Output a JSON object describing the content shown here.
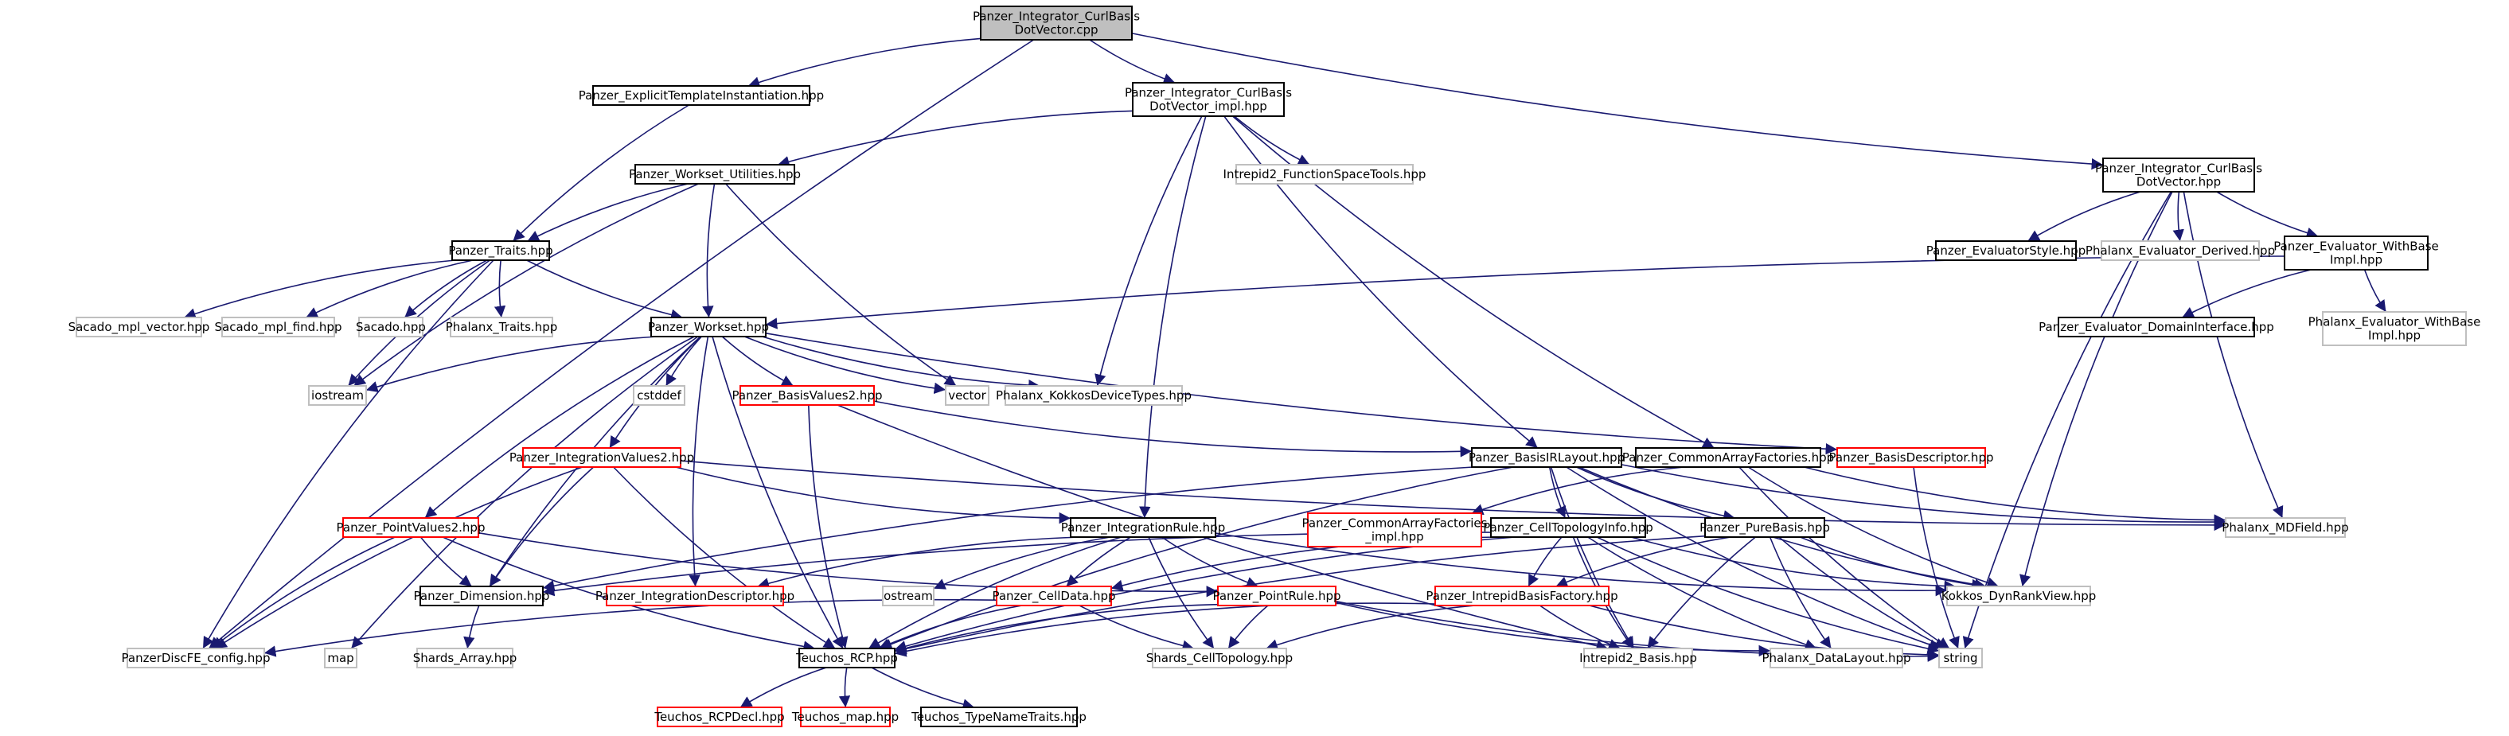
{
  "colors": {
    "edge": "#191970",
    "node_border_default": "#000000",
    "node_border_truncated": "#ff0000",
    "node_border_system": "#bfbfbf",
    "root_fill": "#bfbfbf",
    "node_fill": "#ffffff",
    "text": "#000000"
  },
  "nodes": [
    {
      "id": "root",
      "lines": [
        "Panzer_Integrator_CurlBasis",
        "DotVector.cpp"
      ],
      "kind": "root"
    },
    {
      "id": "eti",
      "lines": [
        "Panzer_ExplicitTemplateInstantiation.hpp"
      ],
      "kind": "default"
    },
    {
      "id": "impl",
      "lines": [
        "Panzer_Integrator_CurlBasis",
        "DotVector_impl.hpp"
      ],
      "kind": "default"
    },
    {
      "id": "hpp",
      "lines": [
        "Panzer_Integrator_CurlBasis",
        "DotVector.hpp"
      ],
      "kind": "default"
    },
    {
      "id": "wsutil",
      "lines": [
        "Panzer_Workset_Utilities.hpp"
      ],
      "kind": "default"
    },
    {
      "id": "fst",
      "lines": [
        "Intrepid2_FunctionSpaceTools.hpp"
      ],
      "kind": "system"
    },
    {
      "id": "traits",
      "lines": [
        "Panzer_Traits.hpp"
      ],
      "kind": "default"
    },
    {
      "id": "evstyle",
      "lines": [
        "Panzer_EvaluatorStyle.hpp"
      ],
      "kind": "default"
    },
    {
      "id": "evderived",
      "lines": [
        "Phalanx_Evaluator_Derived.hpp"
      ],
      "kind": "system"
    },
    {
      "id": "evwbi",
      "lines": [
        "Panzer_Evaluator_WithBase",
        "Impl.hpp"
      ],
      "kind": "default"
    },
    {
      "id": "mplvec",
      "lines": [
        "Sacado_mpl_vector.hpp"
      ],
      "kind": "system"
    },
    {
      "id": "mplfind",
      "lines": [
        "Sacado_mpl_find.hpp"
      ],
      "kind": "system"
    },
    {
      "id": "sacado",
      "lines": [
        "Sacado.hpp"
      ],
      "kind": "system"
    },
    {
      "id": "phxtraits",
      "lines": [
        "Phalanx_Traits.hpp"
      ],
      "kind": "system"
    },
    {
      "id": "workset",
      "lines": [
        "Panzer_Workset.hpp"
      ],
      "kind": "default"
    },
    {
      "id": "evdi",
      "lines": [
        "Panzer_Evaluator_DomainInterface.hpp"
      ],
      "kind": "default"
    },
    {
      "id": "phxwbi",
      "lines": [
        "Phalanx_Evaluator_WithBase",
        "Impl.hpp"
      ],
      "kind": "system"
    },
    {
      "id": "iostream",
      "lines": [
        "iostream"
      ],
      "kind": "system"
    },
    {
      "id": "cstddef",
      "lines": [
        "cstddef"
      ],
      "kind": "system"
    },
    {
      "id": "bv2",
      "lines": [
        "Panzer_BasisValues2.hpp"
      ],
      "kind": "truncated"
    },
    {
      "id": "vector",
      "lines": [
        "vector"
      ],
      "kind": "system"
    },
    {
      "id": "kdt",
      "lines": [
        "Phalanx_KokkosDeviceTypes.hpp"
      ],
      "kind": "system"
    },
    {
      "id": "iv2",
      "lines": [
        "Panzer_IntegrationValues2.hpp"
      ],
      "kind": "truncated"
    },
    {
      "id": "birl",
      "lines": [
        "Panzer_BasisIRLayout.hpp"
      ],
      "kind": "default"
    },
    {
      "id": "caf",
      "lines": [
        "Panzer_CommonArrayFactories.hpp"
      ],
      "kind": "default"
    },
    {
      "id": "bdesc",
      "lines": [
        "Panzer_BasisDescriptor.hpp"
      ],
      "kind": "truncated"
    },
    {
      "id": "pv2",
      "lines": [
        "Panzer_PointValues2.hpp"
      ],
      "kind": "truncated"
    },
    {
      "id": "irule",
      "lines": [
        "Panzer_IntegrationRule.hpp"
      ],
      "kind": "default"
    },
    {
      "id": "cafimpl",
      "lines": [
        "Panzer_CommonArrayFactories",
        "_impl.hpp"
      ],
      "kind": "truncated"
    },
    {
      "id": "cti",
      "lines": [
        "Panzer_CellTopologyInfo.hpp"
      ],
      "kind": "default"
    },
    {
      "id": "purebasis",
      "lines": [
        "Panzer_PureBasis.hpp"
      ],
      "kind": "default"
    },
    {
      "id": "mdfield",
      "lines": [
        "Phalanx_MDField.hpp"
      ],
      "kind": "system"
    },
    {
      "id": "dim",
      "lines": [
        "Panzer_Dimension.hpp"
      ],
      "kind": "default"
    },
    {
      "id": "idesc",
      "lines": [
        "Panzer_IntegrationDescriptor.hpp"
      ],
      "kind": "truncated"
    },
    {
      "id": "ostream",
      "lines": [
        "ostream"
      ],
      "kind": "system"
    },
    {
      "id": "celldata",
      "lines": [
        "Panzer_CellData.hpp"
      ],
      "kind": "truncated"
    },
    {
      "id": "prule",
      "lines": [
        "Panzer_PointRule.hpp"
      ],
      "kind": "truncated"
    },
    {
      "id": "ibf",
      "lines": [
        "Panzer_IntrepidBasisFactory.hpp"
      ],
      "kind": "truncated"
    },
    {
      "id": "kdrv",
      "lines": [
        "Kokkos_DynRankView.hpp"
      ],
      "kind": "system"
    },
    {
      "id": "pdfe",
      "lines": [
        "PanzerDiscFE_config.hpp"
      ],
      "kind": "system"
    },
    {
      "id": "map",
      "lines": [
        "map"
      ],
      "kind": "system"
    },
    {
      "id": "shardsarray",
      "lines": [
        "Shards_Array.hpp"
      ],
      "kind": "system"
    },
    {
      "id": "rcp",
      "lines": [
        "Teuchos_RCP.hpp"
      ],
      "kind": "default"
    },
    {
      "id": "shardsct",
      "lines": [
        "Shards_CellTopology.hpp"
      ],
      "kind": "system"
    },
    {
      "id": "i2basis",
      "lines": [
        "Intrepid2_Basis.hpp"
      ],
      "kind": "system"
    },
    {
      "id": "phxdl",
      "lines": [
        "Phalanx_DataLayout.hpp"
      ],
      "kind": "system"
    },
    {
      "id": "string",
      "lines": [
        "string"
      ],
      "kind": "system"
    },
    {
      "id": "rcpdecl",
      "lines": [
        "Teuchos_RCPDecl.hpp"
      ],
      "kind": "truncated"
    },
    {
      "id": "tmap",
      "lines": [
        "Teuchos_map.hpp"
      ],
      "kind": "truncated"
    },
    {
      "id": "tnt",
      "lines": [
        "Teuchos_TypeNameTraits.hpp"
      ],
      "kind": "default"
    }
  ],
  "edges": [
    [
      "root",
      "eti"
    ],
    [
      "root",
      "impl"
    ],
    [
      "root",
      "hpp"
    ],
    [
      "root",
      "pdfe"
    ],
    [
      "eti",
      "traits"
    ],
    [
      "impl",
      "wsutil"
    ],
    [
      "impl",
      "fst"
    ],
    [
      "impl",
      "kdt"
    ],
    [
      "impl",
      "birl"
    ],
    [
      "impl",
      "caf"
    ],
    [
      "impl",
      "irule"
    ],
    [
      "hpp",
      "evstyle"
    ],
    [
      "hpp",
      "evderived"
    ],
    [
      "hpp",
      "evwbi"
    ],
    [
      "hpp",
      "mdfield"
    ],
    [
      "hpp",
      "kdrv"
    ],
    [
      "hpp",
      "string"
    ],
    [
      "wsutil",
      "traits"
    ],
    [
      "wsutil",
      "workset"
    ],
    [
      "wsutil",
      "vector"
    ],
    [
      "wsutil",
      "iostream"
    ],
    [
      "traits",
      "mplvec"
    ],
    [
      "traits",
      "mplfind"
    ],
    [
      "traits",
      "sacado"
    ],
    [
      "traits",
      "phxtraits"
    ],
    [
      "traits",
      "workset"
    ],
    [
      "traits",
      "pdfe"
    ],
    [
      "traits",
      "iostream"
    ],
    [
      "evwbi",
      "workset"
    ],
    [
      "evwbi",
      "evdi"
    ],
    [
      "evwbi",
      "phxwbi"
    ],
    [
      "workset",
      "iostream"
    ],
    [
      "workset",
      "cstddef"
    ],
    [
      "workset",
      "bv2"
    ],
    [
      "workset",
      "vector"
    ],
    [
      "workset",
      "kdt"
    ],
    [
      "workset",
      "iv2"
    ],
    [
      "workset",
      "pv2"
    ],
    [
      "workset",
      "dim"
    ],
    [
      "workset",
      "idesc"
    ],
    [
      "workset",
      "bdesc"
    ],
    [
      "workset",
      "rcp"
    ],
    [
      "workset",
      "map"
    ],
    [
      "bv2",
      "birl"
    ],
    [
      "bv2",
      "rcp"
    ],
    [
      "bv2",
      "i2basis"
    ],
    [
      "iv2",
      "irule"
    ],
    [
      "iv2",
      "dim"
    ],
    [
      "iv2",
      "rcp"
    ],
    [
      "iv2",
      "pdfe"
    ],
    [
      "iv2",
      "mdfield"
    ],
    [
      "birl",
      "cti"
    ],
    [
      "birl",
      "purebasis"
    ],
    [
      "birl",
      "dim"
    ],
    [
      "birl",
      "rcp"
    ],
    [
      "birl",
      "string"
    ],
    [
      "birl",
      "kdrv"
    ],
    [
      "birl",
      "mdfield"
    ],
    [
      "birl",
      "i2basis"
    ],
    [
      "caf",
      "cafimpl"
    ],
    [
      "caf",
      "kdrv"
    ],
    [
      "caf",
      "mdfield"
    ],
    [
      "caf",
      "string"
    ],
    [
      "bdesc",
      "string"
    ],
    [
      "pv2",
      "prule"
    ],
    [
      "pv2",
      "dim"
    ],
    [
      "pv2",
      "rcp"
    ],
    [
      "pv2",
      "pdfe"
    ],
    [
      "irule",
      "idesc"
    ],
    [
      "irule",
      "ostream"
    ],
    [
      "irule",
      "celldata"
    ],
    [
      "irule",
      "prule"
    ],
    [
      "irule",
      "rcp"
    ],
    [
      "irule",
      "shardsct"
    ],
    [
      "irule",
      "kdrv"
    ],
    [
      "cti",
      "dim"
    ],
    [
      "cti",
      "celldata"
    ],
    [
      "cti",
      "ibf"
    ],
    [
      "cti",
      "i2basis"
    ],
    [
      "cti",
      "phxdl"
    ],
    [
      "cti",
      "string"
    ],
    [
      "cti",
      "kdrv"
    ],
    [
      "cti",
      "rcp"
    ],
    [
      "purebasis",
      "ibf"
    ],
    [
      "purebasis",
      "kdrv"
    ],
    [
      "purebasis",
      "i2basis"
    ],
    [
      "purebasis",
      "phxdl"
    ],
    [
      "purebasis",
      "string"
    ],
    [
      "purebasis",
      "rcp"
    ],
    [
      "dim",
      "shardsarray"
    ],
    [
      "celldata",
      "rcp"
    ],
    [
      "celldata",
      "shardsct"
    ],
    [
      "celldata",
      "pdfe"
    ],
    [
      "prule",
      "rcp"
    ],
    [
      "prule",
      "shardsct"
    ],
    [
      "prule",
      "string"
    ],
    [
      "prule",
      "phxdl"
    ],
    [
      "ibf",
      "shardsct"
    ],
    [
      "ibf",
      "i2basis"
    ],
    [
      "ibf",
      "rcp"
    ],
    [
      "ibf",
      "string"
    ],
    [
      "rcp",
      "rcpdecl"
    ],
    [
      "rcp",
      "tmap"
    ],
    [
      "rcp",
      "tnt"
    ]
  ]
}
